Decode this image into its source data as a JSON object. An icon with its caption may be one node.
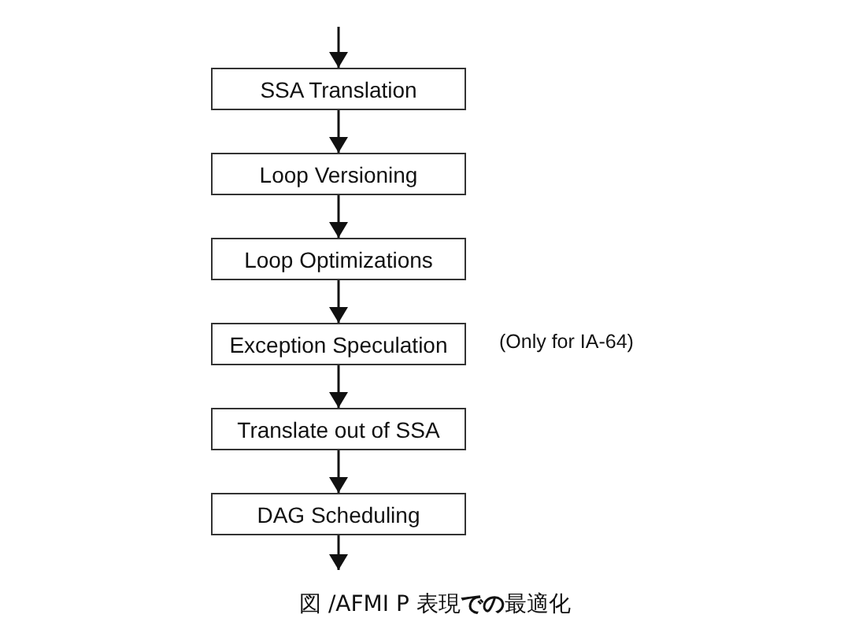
{
  "diagram": {
    "caption": "図 /AFMI P 表現**での**最適化",
    "nodes": [
      {
        "text": [
          "SSA Translation"
        ]
      },
      {
        "text": [
          "Loop Versioning"
        ]
      },
      {
        "text": [
          "Loop Optimizations"
        ]
      },
      {
        "text": [
          "Exception Speculation"
        ],
        "beside": [
          "(Only for IA-64)"
        ]
      },
      {
        "text": [
          "Translate out of SSA"
        ]
      },
      {
        "text": [
          "DAG Scheduling"
        ]
      }
    ],
    "edges": [
      {
        "from": null,
        "to": 0,
        "arrow": "to"
      },
      {
        "from": 0,
        "to": 1,
        "arrow": "to"
      },
      {
        "from": 1,
        "to": 2,
        "arrow": "to"
      },
      {
        "from": 2,
        "to": 3,
        "arrow": "to"
      },
      {
        "from": 3,
        "to": 4,
        "arrow": "to"
      },
      {
        "from": 4,
        "to": 5,
        "arrow": "to"
      },
      {
        "from": 5,
        "to": null,
        "arrow": "to"
      }
    ]
  }
}
